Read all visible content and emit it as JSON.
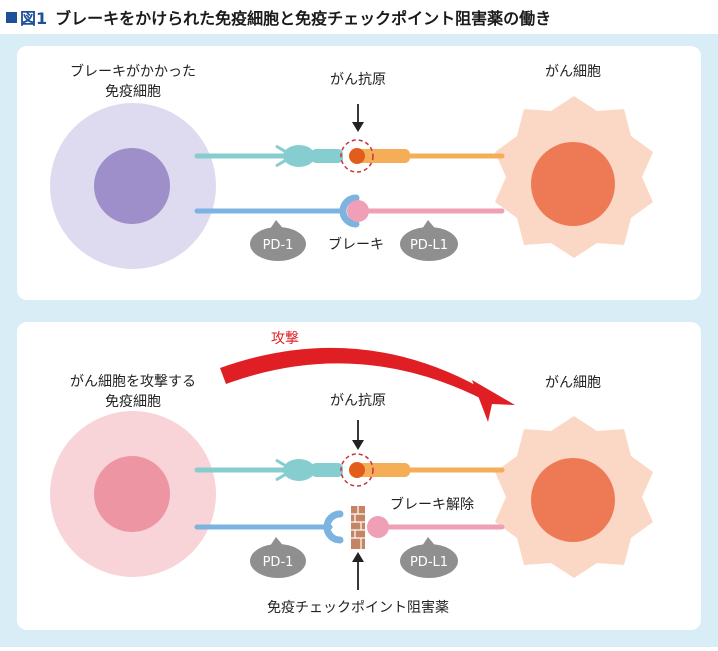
{
  "figure": {
    "number_label": "図1",
    "title": "ブレーキをかけられた免疫細胞と免疫チェックポイント阻害薬の働き"
  },
  "panel_top": {
    "immune_cell_label_line1": "ブレーキがかかった",
    "immune_cell_label_line2": "免疫細胞",
    "cancer_cell_label": "がん細胞",
    "antigen_label": "がん抗原",
    "pd1_label": "PD-1",
    "pdl1_label": "PD-L1",
    "brake_label": "ブレーキ"
  },
  "panel_bottom": {
    "attack_label": "攻撃",
    "immune_cell_label_line1": "がん細胞を攻撃する",
    "immune_cell_label_line2": "免疫細胞",
    "cancer_cell_label": "がん細胞",
    "antigen_label": "がん抗原",
    "pd1_label": "PD-1",
    "pdl1_label": "PD-L1",
    "brake_release_label": "ブレーキ解除",
    "inhibitor_label": "免疫チェックポイント阻害薬"
  },
  "colors": {
    "title_blue": "#1d4f9a",
    "stage_bg": "#d9edf7",
    "immune_cell_top_outer": "#dedaf0",
    "immune_cell_top_nucleus": "#9e8ec9",
    "immune_cell_bottom_outer": "#f8d3d7",
    "immune_cell_bottom_nucleus": "#ee95a3",
    "cancer_cell_outer": "#fbd8c6",
    "cancer_cell_nucleus": "#ee7a55",
    "tcr": "#86cdd0",
    "antigen_dot": "#e25d1c",
    "mhc": "#f5ad57",
    "pd1": "#7db3e1",
    "pdl1": "#ef9fb6",
    "label_bubble": "#8f8f8f",
    "attack_arrow": "#e01f24",
    "inhibitor": "#c58463"
  }
}
